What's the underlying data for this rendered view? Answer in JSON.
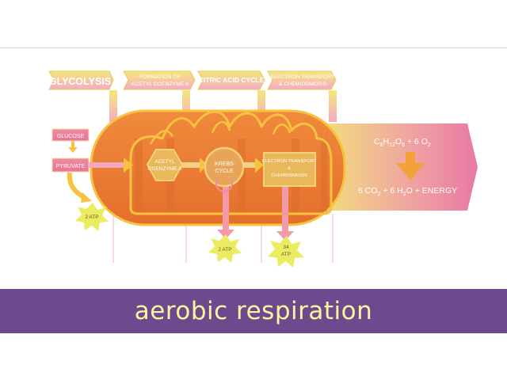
{
  "stage_labels": {
    "glycolysis": "GLYCOLYSIS",
    "acetyl_formation": [
      "FORMATION OF",
      "ACETYL COENZYME A"
    ],
    "citric_acid": "CITRIC ACID CYCLE",
    "electron_transport": [
      "ELECTRON TRANSPORT",
      "& CHEMIOSMOSIS"
    ]
  },
  "boxes": {
    "glucose": "GLUCOSE",
    "pyruvate": "PYRUVATE",
    "acetyl": [
      "ACETYL",
      "COENZYME A"
    ],
    "krebs": [
      "KREBS",
      "CYCLE"
    ],
    "etc": [
      "ELECTRON TRANSPORT",
      "&",
      "CHEMIOSMOSIS"
    ]
  },
  "atp_bursts": {
    "glycolysis": "2 ATP",
    "krebs": "2 ATP",
    "etc": [
      "34",
      "ATP"
    ]
  },
  "equation": {
    "reactants": [
      "C",
      "6",
      "H",
      "12",
      "O",
      "6",
      " +  6 O",
      "2"
    ],
    "products": [
      "6 CO",
      "2",
      " +  6 H",
      "2",
      "O + ENERGY"
    ]
  },
  "title": "aerobic respiration",
  "colors": {
    "label_yellow": "#f4e87a",
    "label_pink": "#e87fa8",
    "mito_orange": "#ee7b33",
    "mito_outline": "#f7c240",
    "band_purple": "#6b4a8e",
    "title_yellow": "#fff3a0",
    "box_gold": "#e8b85a"
  }
}
